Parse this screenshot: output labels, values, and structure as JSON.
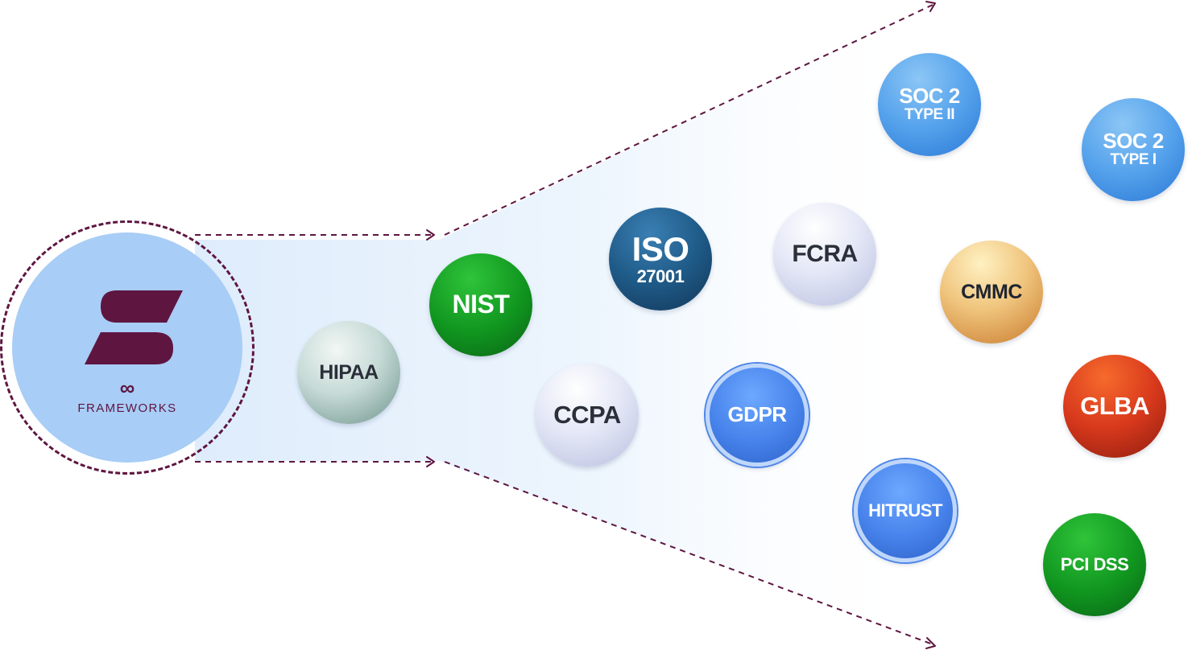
{
  "hub": {
    "symbol": "∞",
    "label": "FRAMEWORKS",
    "logo_icon": "stylized-s-logo",
    "color": "#5e1640"
  },
  "frameworks": {
    "hipaa": {
      "line1": "HIPAA"
    },
    "nist": {
      "line1": "NIST"
    },
    "iso": {
      "line1": "ISO",
      "line2": "27001"
    },
    "fcra": {
      "line1": "FCRA"
    },
    "ccpa": {
      "line1": "CCPA"
    },
    "gdpr": {
      "line1": "GDPR"
    },
    "soc2_type2": {
      "line1": "SOC 2",
      "line2": "TYPE II"
    },
    "soc2_type1": {
      "line1": "SOC 2",
      "line2": "TYPE I"
    },
    "cmmc": {
      "line1": "CMMC"
    },
    "glba": {
      "line1": "GLBA"
    },
    "hitrust": {
      "line1": "HITRUST"
    },
    "pci_dss": {
      "line1": "PCI DSS"
    }
  },
  "colors": {
    "connector": "#5e1640",
    "funnel_fill": "#e6f1fc"
  }
}
